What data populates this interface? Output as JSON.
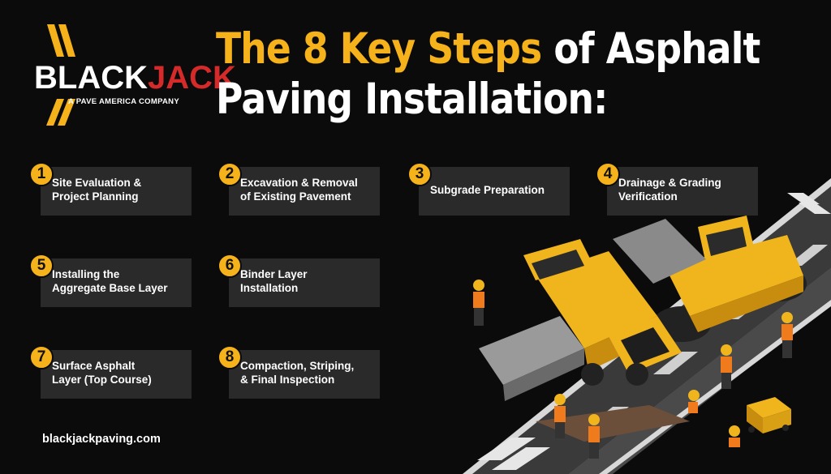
{
  "brand": {
    "logo_black": "BLACK",
    "logo_jack": "JACK",
    "logo_tagline": "A PAVE AMERICA COMPANY",
    "accent_color": "#f6b21b",
    "logo_red": "#d42a2a"
  },
  "heading": {
    "line1_highlight": "The 8 Key Steps",
    "line1_rest": " of Asphalt",
    "line2": "Paving Installation:"
  },
  "steps": [
    {
      "number": "1",
      "text": "Site Evaluation &\nProject Planning"
    },
    {
      "number": "2",
      "text": "Excavation & Removal\nof Existing Pavement"
    },
    {
      "number": "3",
      "text": "Subgrade Preparation"
    },
    {
      "number": "4",
      "text": "Drainage & Grading\nVerification"
    },
    {
      "number": "5",
      "text": "Installing the\nAggregate Base Layer"
    },
    {
      "number": "6",
      "text": "Binder Layer\nInstallation"
    },
    {
      "number": "7",
      "text": "Surface Asphalt\nLayer (Top Course)"
    },
    {
      "number": "8",
      "text": "Compaction, Striping,\n& Final Inspection"
    }
  ],
  "footer": {
    "url": "blackjackpaving.com"
  },
  "illustration": {
    "icons": [
      "asphalt-paver-icon",
      "road-roller-icon",
      "road-worker-icon",
      "generator-icon",
      "road-icon"
    ]
  }
}
